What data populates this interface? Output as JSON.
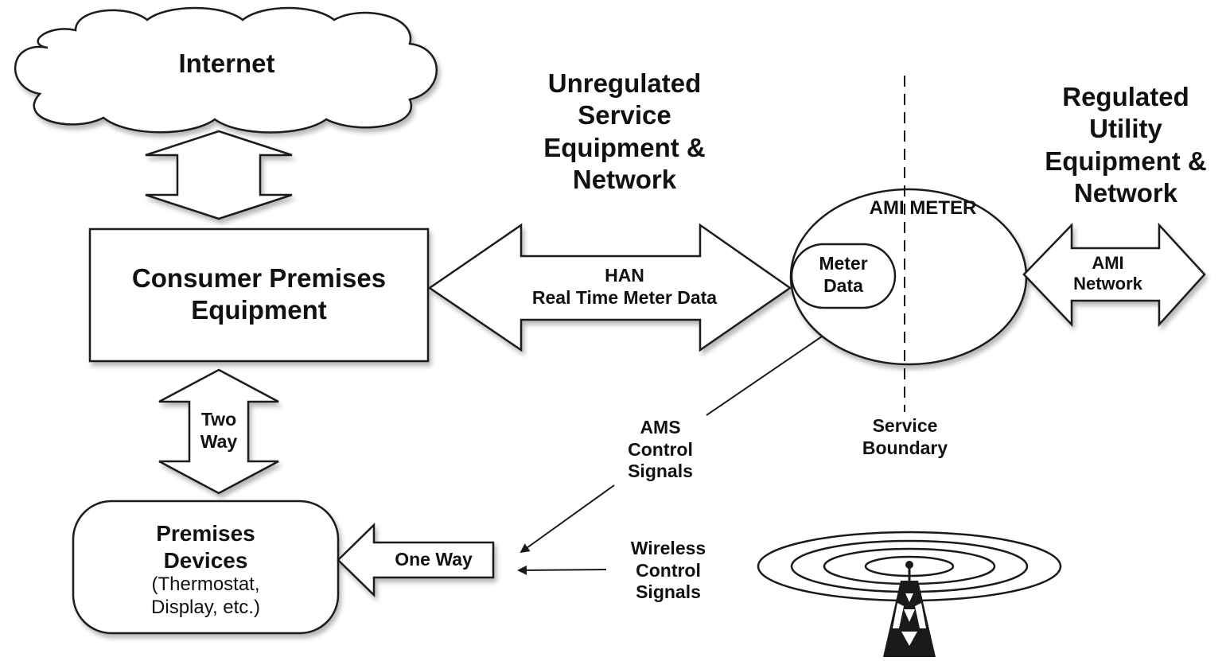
{
  "labels": {
    "internet": "Internet",
    "consumer_premises_1": "Consumer Premises",
    "consumer_premises_2": "Equipment",
    "unregulated": [
      "Unregulated",
      "Service",
      "Equipment  &",
      "Network"
    ],
    "regulated": [
      "Regulated",
      "Utility",
      "Equipment &",
      "Network"
    ],
    "ami_meter": "AMI METER",
    "meter_data": [
      "Meter",
      "Data"
    ],
    "han": "HAN",
    "han_sub": "Real Time Meter Data",
    "ami_network": [
      "AMI",
      "Network"
    ],
    "two_way": [
      "Two",
      "Way"
    ],
    "premises_devices": [
      "Premises",
      "Devices"
    ],
    "premises_devices_examples": [
      "(Thermostat,",
      "Display, etc.)"
    ],
    "one_way": "One Way",
    "ams_control": [
      "AMS",
      "Control",
      "Signals"
    ],
    "wireless_control": [
      "Wireless",
      "Control",
      "Signals"
    ],
    "service_boundary": [
      "Service",
      "Boundary"
    ]
  },
  "icons": {
    "cloud": "cloud-icon",
    "tower": "radio-tower-icon"
  },
  "colors": {
    "stroke": "#1a1a1a",
    "fill": "#ffffff",
    "text": "#111111"
  }
}
